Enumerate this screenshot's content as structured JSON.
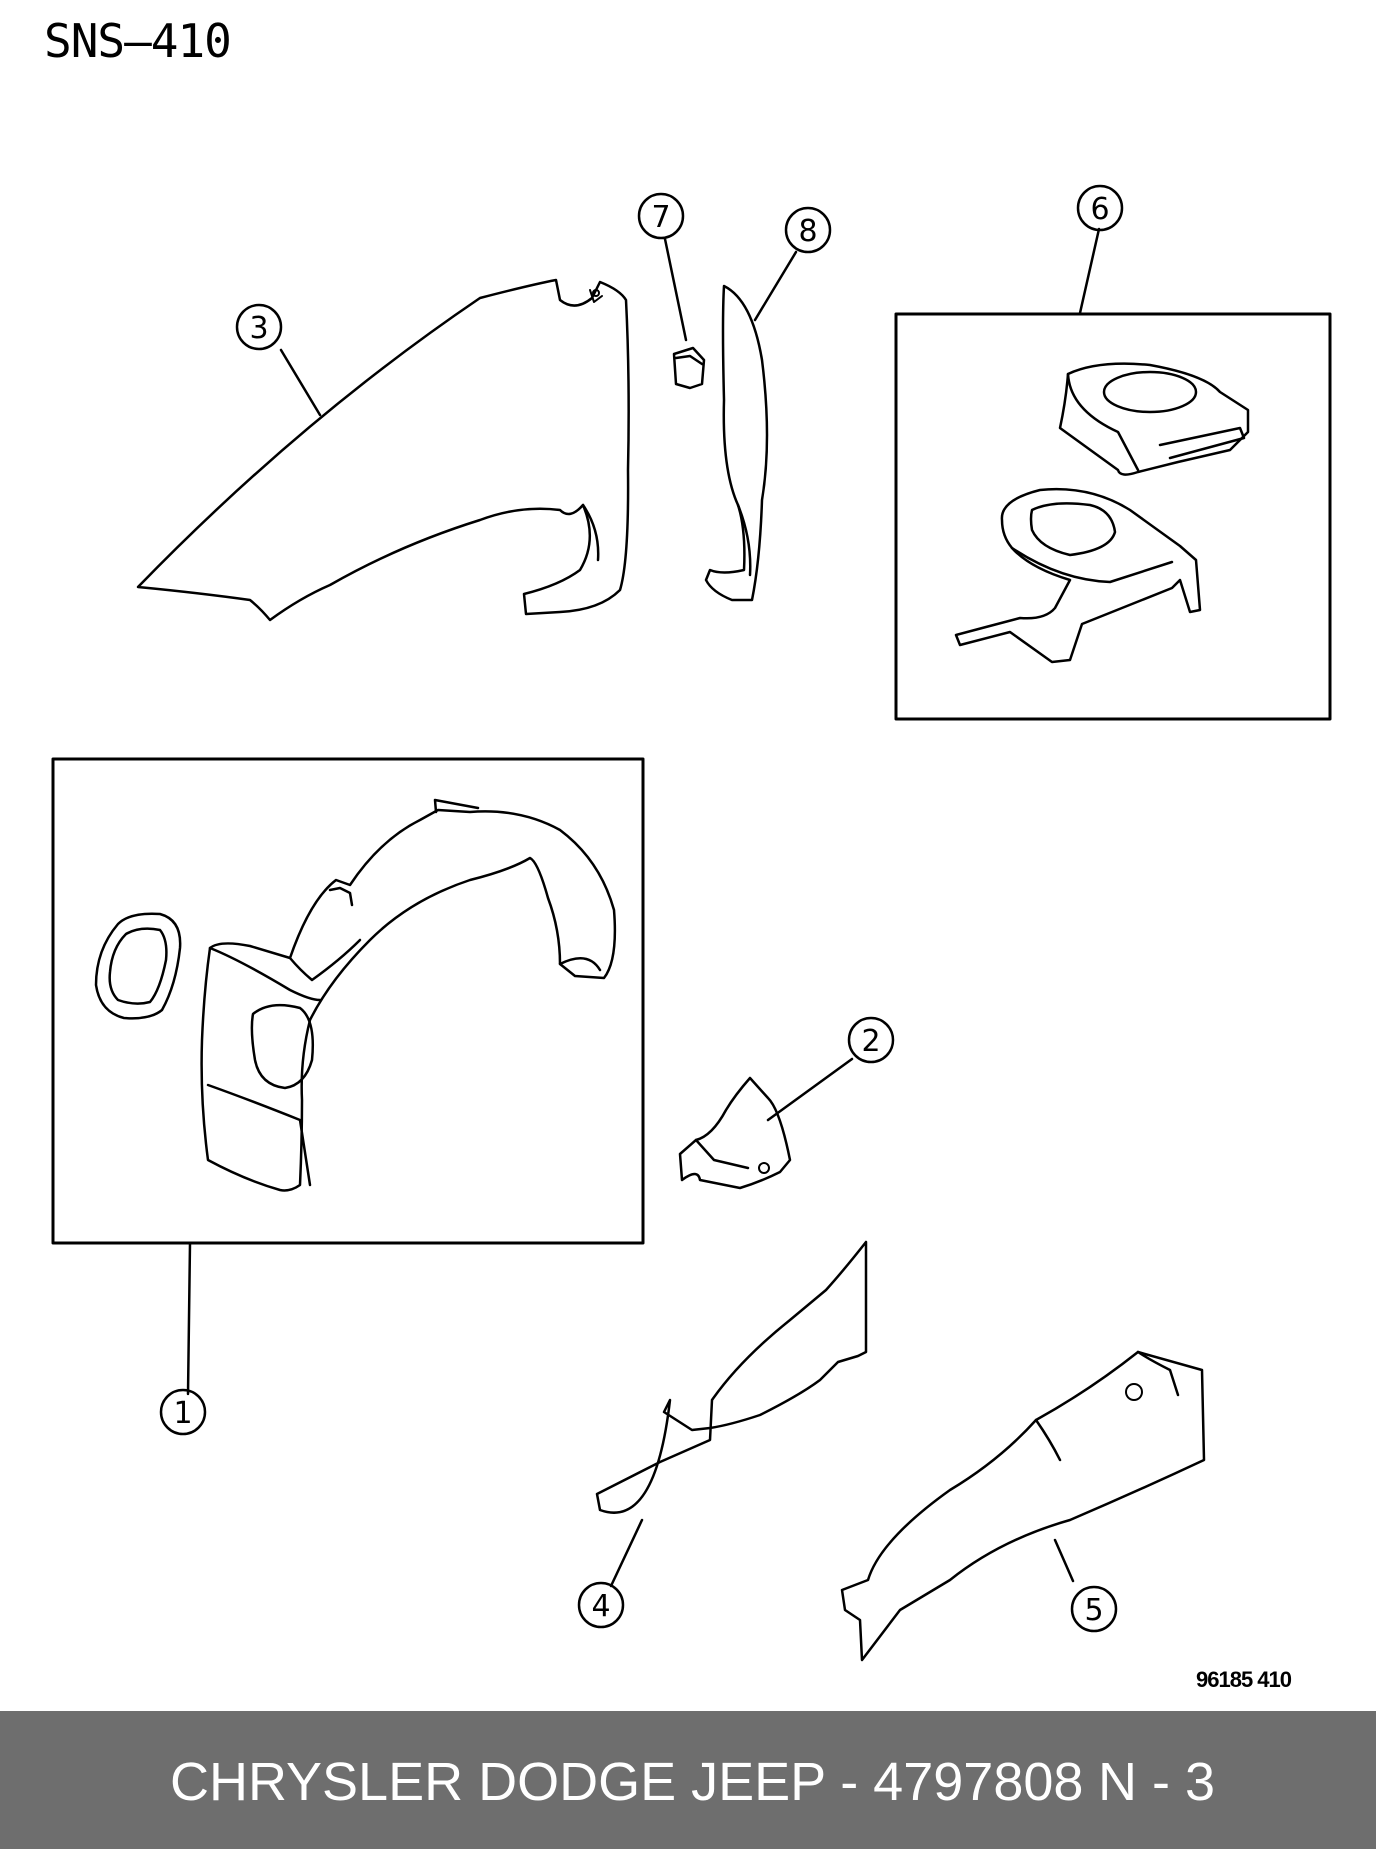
{
  "diagram_code": "SNS–410",
  "drawing_ref": "96185 410",
  "callouts": [
    "1",
    "2",
    "3",
    "4",
    "5",
    "6",
    "7",
    "8"
  ],
  "footer": {
    "text": "CHRYSLER DODGE JEEP - 4797808",
    "page": "N - 3",
    "background": "#6e6e6e",
    "color": "#ffffff"
  }
}
